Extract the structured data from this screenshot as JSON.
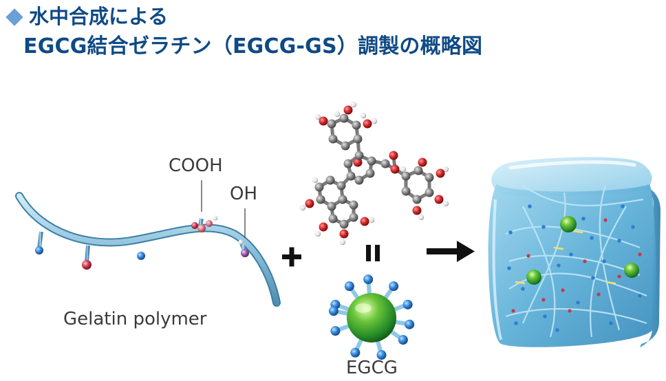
{
  "title": {
    "line1": "水中合成による",
    "line2": "EGCG結合ゼラチン（EGCG-GS）調製の概略図"
  },
  "labels": {
    "cooh": "COOH",
    "oh": "OH",
    "gelatin": "Gelatin polymer",
    "egcg": "EGCG",
    "plus": "+",
    "equals": "=",
    "arrow": "→"
  },
  "colors": {
    "title": "#0f4a86",
    "diamond": "#6a9fd8",
    "polymer": "#8cc1dc",
    "egcg_core": "#3aa33a",
    "node_blue": "#2f7fd0",
    "node_red": "#c8374a",
    "gel": "#7dc4e4"
  }
}
